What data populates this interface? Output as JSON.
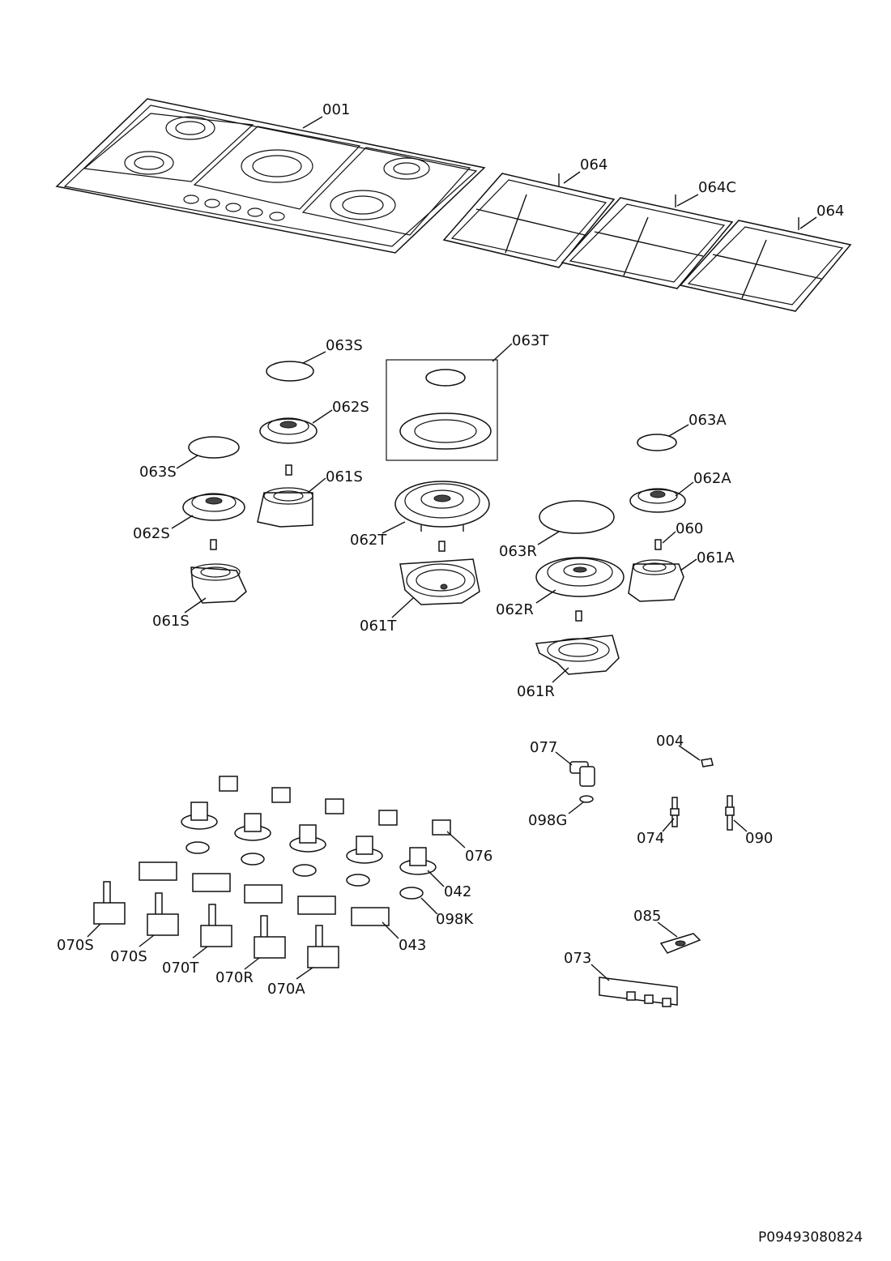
{
  "parts": {
    "p001": "001",
    "p064_left": "064",
    "p064C": "064C",
    "p064_right": "064",
    "p063S_top": "063S",
    "p063T": "063T",
    "p062S_top": "062S",
    "p063S_left": "063S",
    "p061S_top": "061S",
    "p063A": "063A",
    "p062A": "062A",
    "p062S_left": "062S",
    "p062T": "062T",
    "p063R": "063R",
    "p060": "060",
    "p061A": "061A",
    "p061S_bottom": "061S",
    "p061T": "061T",
    "p062R": "062R",
    "p061R": "061R",
    "p077": "077",
    "p004": "004",
    "p098G": "098G",
    "p074": "074",
    "p090": "090",
    "p076": "076",
    "p042": "042",
    "p098K": "098K",
    "p043": "043",
    "p070S_a": "070S",
    "p070S_b": "070S",
    "p070T": "070T",
    "p070R": "070R",
    "p070A": "070A",
    "p085": "085",
    "p073": "073"
  },
  "document_reference": "P09493080824"
}
